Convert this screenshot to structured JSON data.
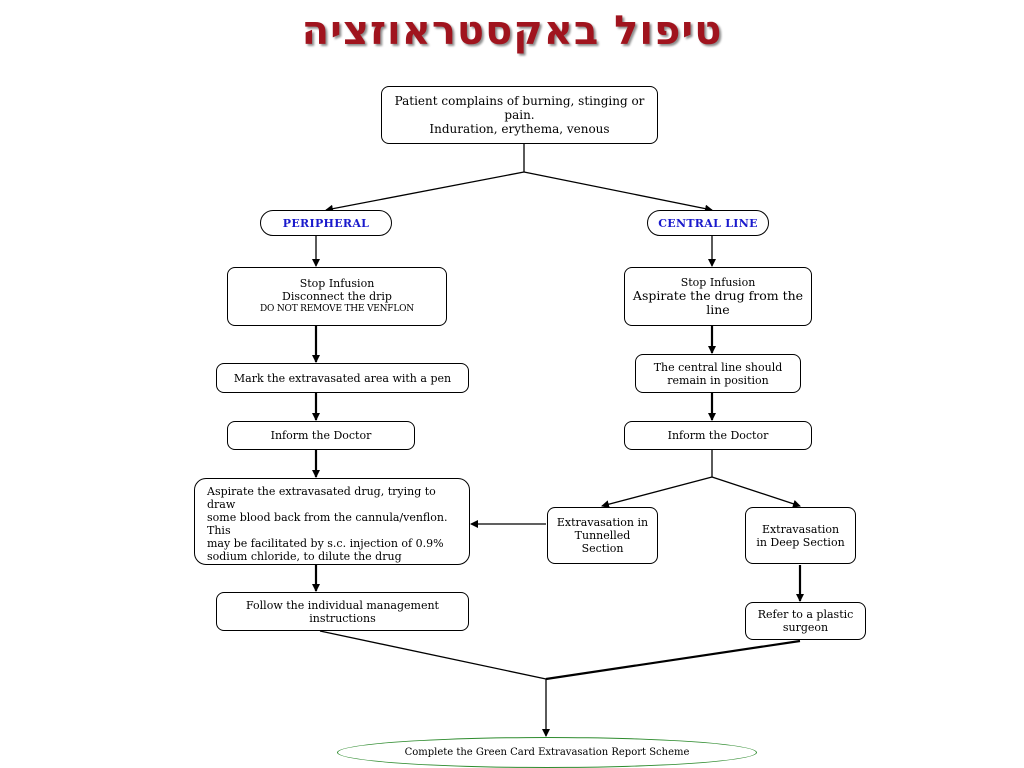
{
  "title": "טיפול באקסטראוזציה",
  "top": {
    "line1": "Patient complains of burning, stinging or",
    "line2": "pain.",
    "line3": "Induration, erythema, venous"
  },
  "peripheral": {
    "label": "PERIPHERAL",
    "stop": {
      "line1": "Stop Infusion",
      "line2": "Disconnect the drip",
      "line3": "DO NOT REMOVE THE VENFLON"
    },
    "mark": "Mark the extravasated area with a pen",
    "inform": "Inform the Doctor",
    "aspirate": {
      "line1": "Aspirate the extravasated drug, trying to draw",
      "line2": "some blood back from the cannula/venflon. This",
      "line3": "may be facilitated by s.c. injection of 0.9%",
      "line4": "sodium chloride, to dilute the drug"
    },
    "follow": {
      "line1": "Follow the individual management",
      "line2": "instructions"
    }
  },
  "central": {
    "label": "CENTRAL LINE",
    "stop": {
      "line1": "Stop Infusion",
      "line2": "Aspirate the drug from the",
      "line3": "line"
    },
    "remain": {
      "line1": "The central line should",
      "line2": "remain in position"
    },
    "inform": "Inform the Doctor",
    "tunnelled": {
      "line1": "Extravasation in",
      "line2": "Tunnelled",
      "line3": "Section"
    },
    "deep": {
      "line1": "Extravasation",
      "line2": "in Deep Section"
    },
    "refer": {
      "line1": "Refer to a plastic",
      "line2": "surgeon"
    }
  },
  "final": "Complete the Green Card Extravasation Report Scheme",
  "colors": {
    "title": "#a0141e",
    "pill_text": "#1a1acc",
    "oval_border": "#2e8b2e"
  }
}
